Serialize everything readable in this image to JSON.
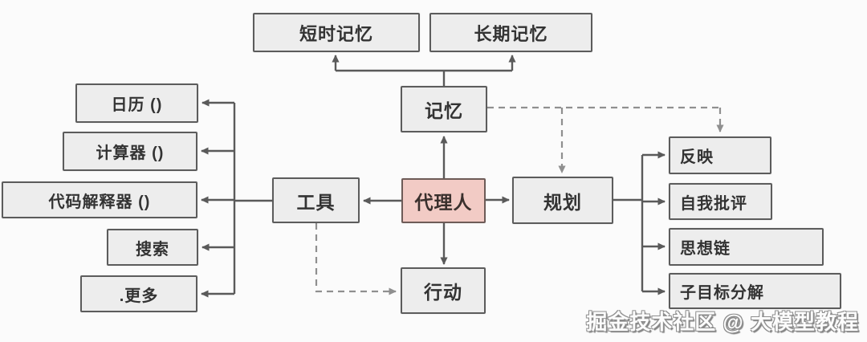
{
  "diagram": {
    "title_semantic": "llm-agent-architecture-diagram",
    "colors": {
      "background": "#fbfbfb",
      "box_fill": "#ededed",
      "box_border": "#5c5c5c",
      "agent_fill": "#f2cbc5",
      "solid_line": "#5a5a5a",
      "dashed_line": "#999999",
      "text": "#333333"
    },
    "nodes": {
      "short_term_memory": {
        "label": "短时记忆"
      },
      "long_term_memory": {
        "label": "长期记忆"
      },
      "memory": {
        "label": "记忆"
      },
      "agent": {
        "label": "代理人"
      },
      "tools": {
        "label": "工具"
      },
      "planning": {
        "label": "规划"
      },
      "action": {
        "label": "行动"
      },
      "calendar": {
        "label": "日历 ()"
      },
      "calculator": {
        "label": "计算器 ()"
      },
      "code_interpreter": {
        "label": "代码解释器 ()"
      },
      "search": {
        "label": "搜索"
      },
      "more": {
        "label": ".更多"
      },
      "reflection": {
        "label": "反映"
      },
      "self_criticism": {
        "label": "自我批评"
      },
      "chain_of_thought": {
        "label": "思想链"
      },
      "subgoal_decomposition": {
        "label": "子目标分解"
      }
    },
    "edges_solid": [
      "agent -> memory",
      "agent -> tools",
      "agent -> planning",
      "agent -> action",
      "memory -> short_term_memory",
      "memory -> long_term_memory",
      "tools -> calendar, calculator, code_interpreter, search, more",
      "planning -> reflection, self_criticism, chain_of_thought, subgoal_decomposition"
    ],
    "edges_dashed": [
      "memory -> planning",
      "memory -> reflection",
      "tools -> action"
    ],
    "watermark": "掘金技术社区 @ 大模型教程"
  }
}
